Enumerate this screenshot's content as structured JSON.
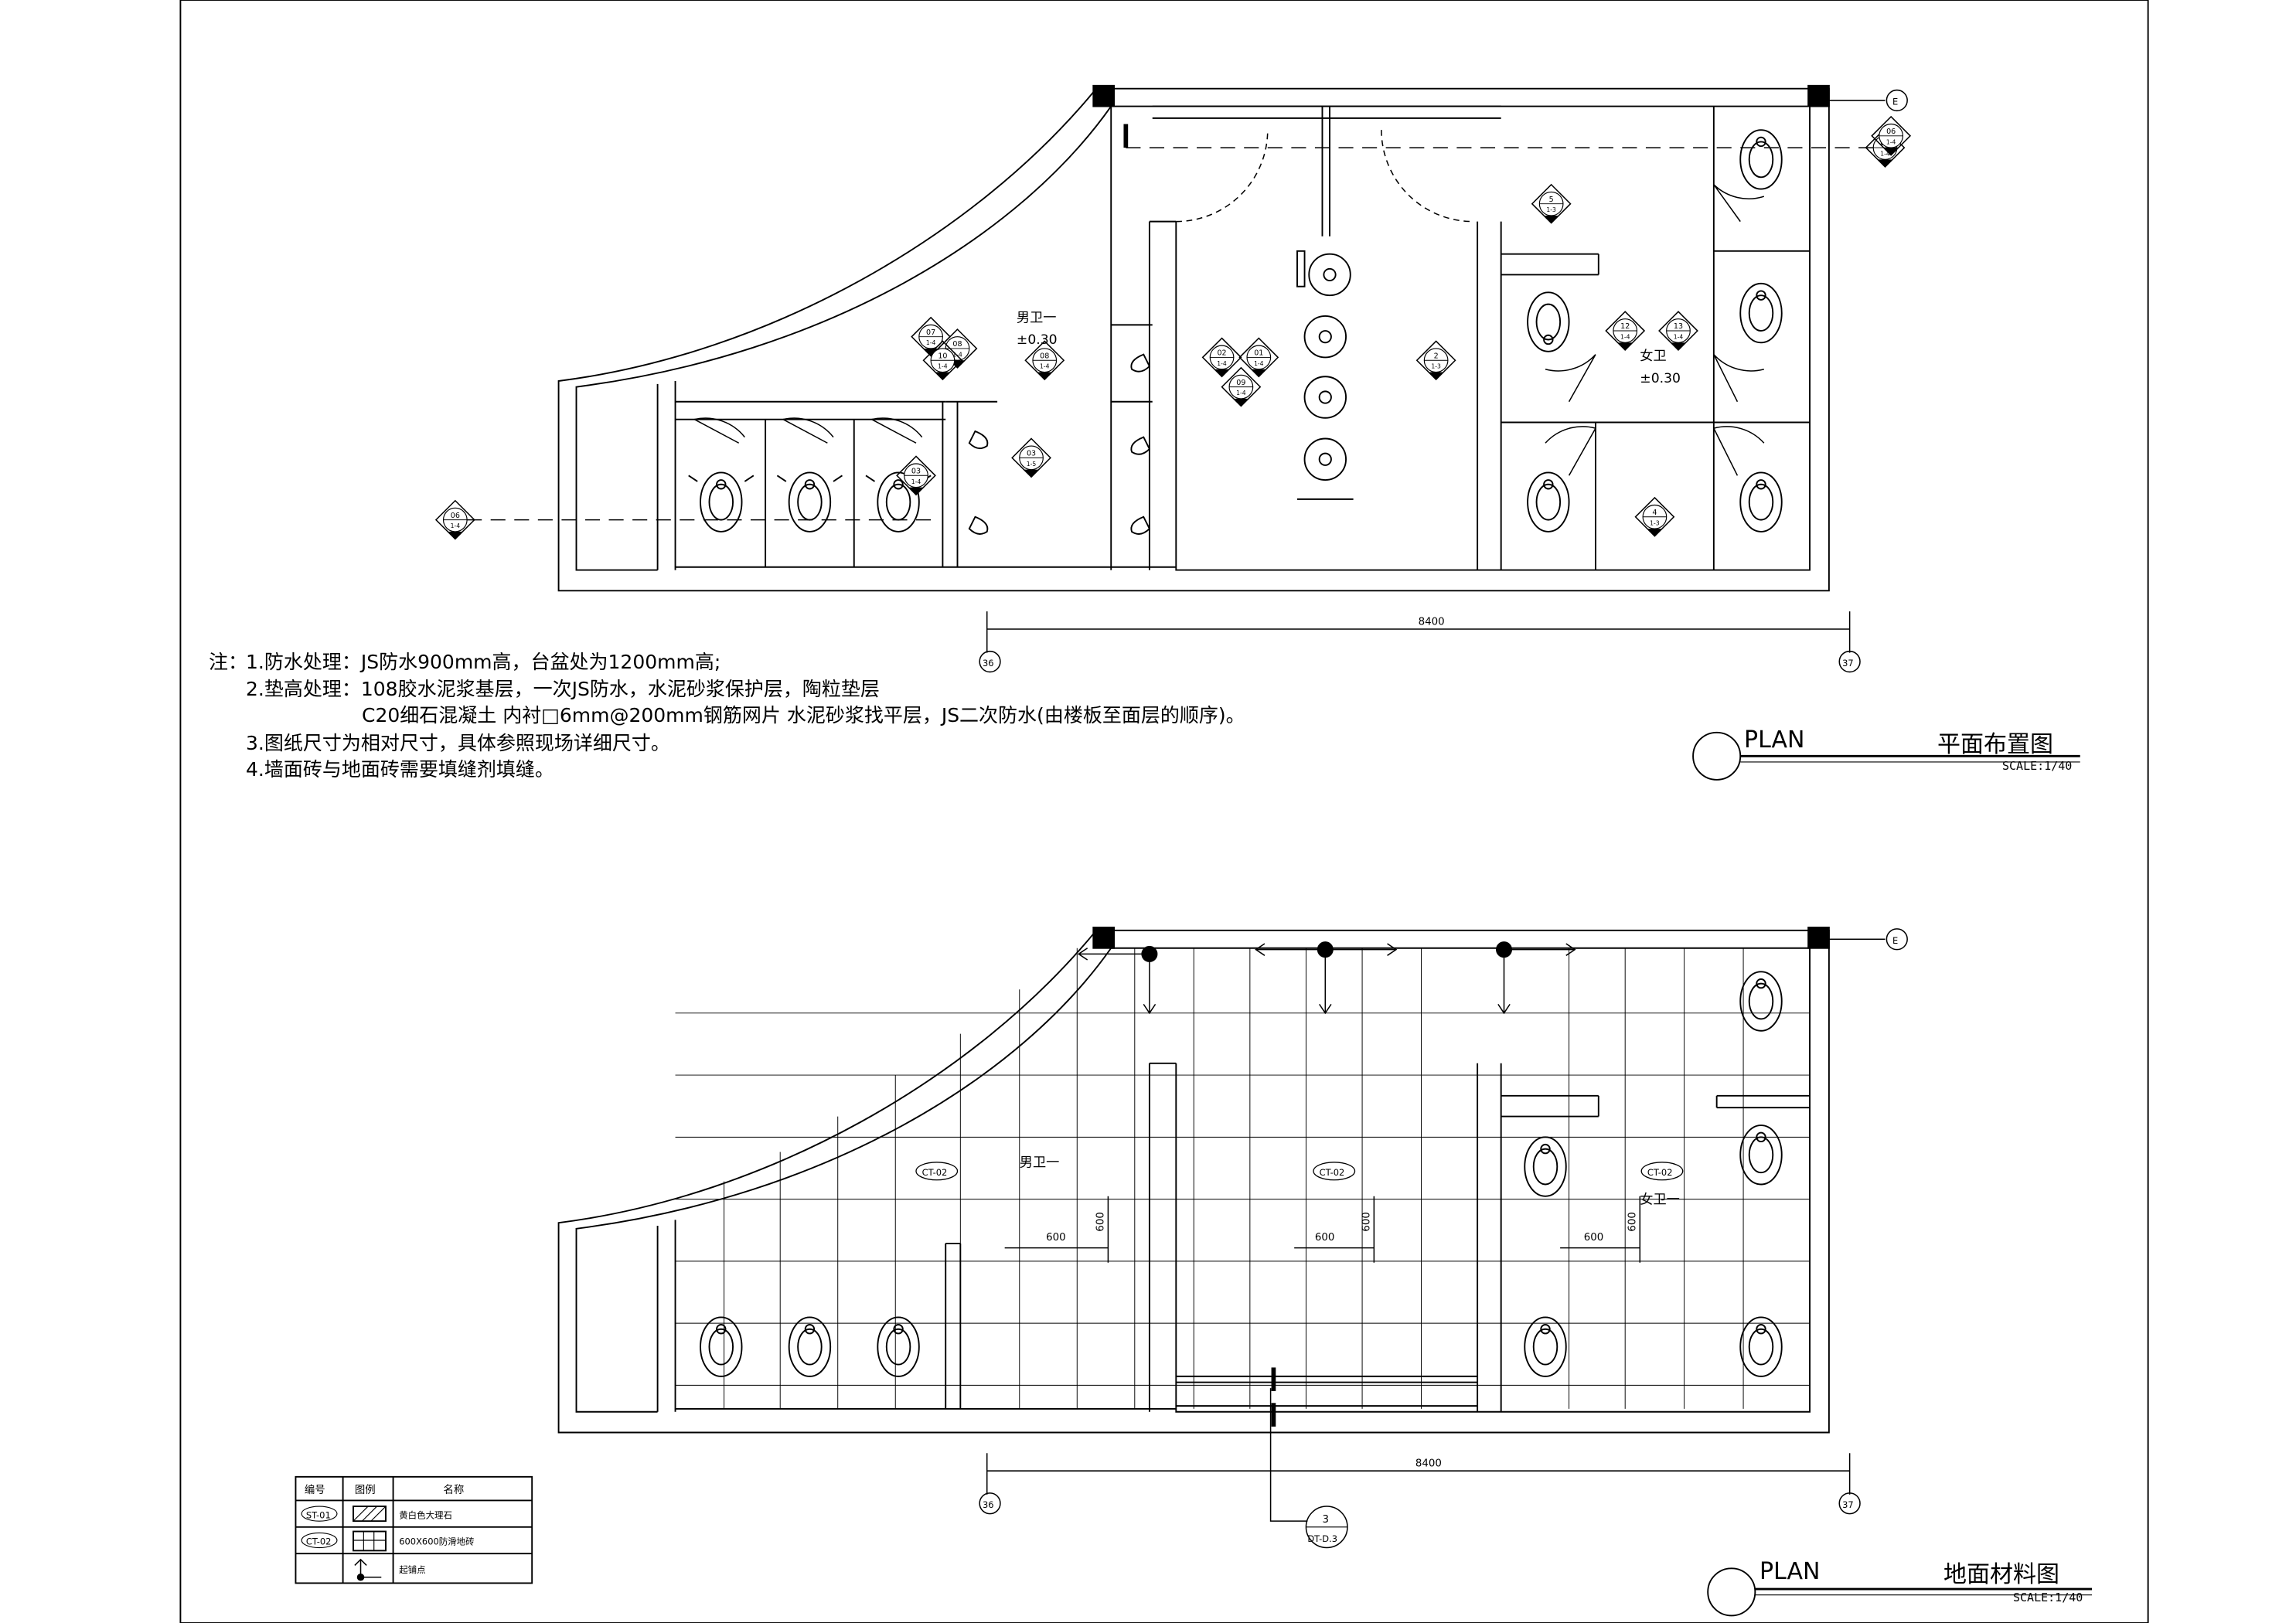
{
  "notes": {
    "heading": "注：",
    "lines": [
      "1.防水处理：JS防水900mm高，台盆处为1200mm高;",
      "2.垫高处理：108胶水泥浆基层，一次JS防水，水泥砂浆保护层，陶粒垫层",
      "C20细石混凝土 内衬□6mm@200mm钢筋网片 水泥砂浆找平层，JS二次防水(由楼板至面层的顺序)。",
      "3.图纸尺寸为相对尺寸，具体参照现场详细尺寸。",
      "4.墙面砖与地面砖需要填缝剂填缝。"
    ]
  },
  "plan_top": {
    "title_en": "PLAN",
    "title_cn": "平面布置图",
    "scale": "SCALE:1/40",
    "dimension": "8400",
    "grid_left": "36",
    "grid_right": "37",
    "grid_axis": "E",
    "room_men": "男卫一",
    "room_women": "女卫",
    "level_men": "±0.30",
    "level_women": "±0.30",
    "tags": [
      {
        "n": "07",
        "s": "1-4"
      },
      {
        "n": "08",
        "s": "1-4"
      },
      {
        "n": "10",
        "s": "1-4"
      },
      {
        "n": "03",
        "s": "1-5"
      },
      {
        "n": "02",
        "s": "1-4"
      },
      {
        "n": "01",
        "s": "1-4"
      },
      {
        "n": "09",
        "s": "1-4"
      },
      {
        "n": "03",
        "s": "1-4"
      },
      {
        "n": "5",
        "s": "1-3"
      },
      {
        "n": "12",
        "s": "1-4"
      },
      {
        "n": "13",
        "s": "1-4"
      },
      {
        "n": "4",
        "s": "1-3"
      },
      {
        "n": "06",
        "s": "1-4"
      },
      {
        "n": "05",
        "s": "1-4"
      },
      {
        "n": "2",
        "s": "1-3"
      },
      {
        "n": "08",
        "s": "1-4"
      },
      {
        "n": "06",
        "s": "1-4"
      }
    ]
  },
  "plan_bottom": {
    "title_en": "PLAN",
    "title_cn": "地面材料图",
    "scale": "SCALE:1/40",
    "dimension": "8400",
    "grid_left": "36",
    "grid_right": "37",
    "grid_axis": "E",
    "room_men": "男卫一",
    "room_women": "女卫一",
    "tile_code": "CT-02",
    "tile_w": "600",
    "tile_h": "600",
    "section_tag": {
      "n": "3",
      "s": "DT-D.3"
    }
  },
  "legend": {
    "headers": [
      "编号",
      "图例",
      "名称"
    ],
    "rows": [
      {
        "code": "ST-01",
        "name": "黄白色大理石"
      },
      {
        "code": "CT-02",
        "name": "600X600防滑地砖"
      },
      {
        "code": "",
        "name": "起铺点"
      }
    ]
  }
}
